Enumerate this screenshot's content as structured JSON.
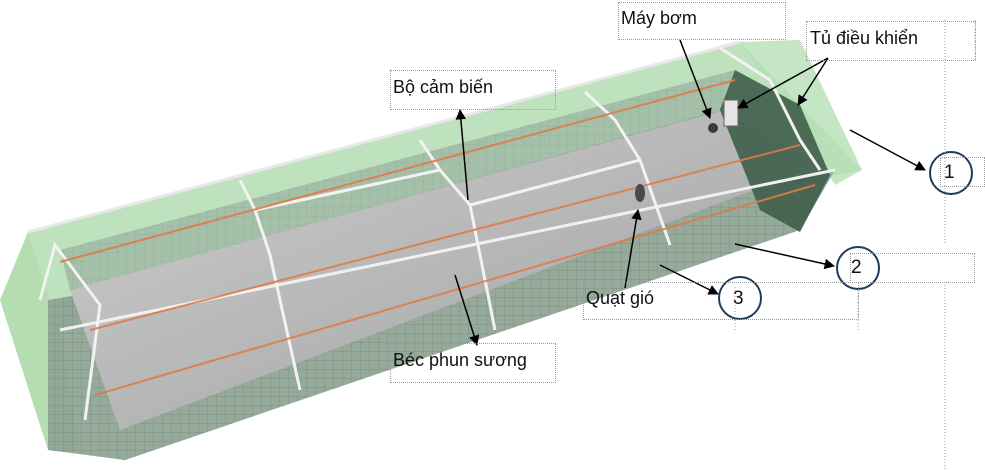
{
  "labels": {
    "may_bom": "Máy bơm",
    "tu_dieu_khien": "Tủ điều khiển",
    "bo_cam_bien": "Bộ cảm biến",
    "quat_gio": "Quạt gió",
    "bec_phun_suong": "Béc phun sương"
  },
  "markers": {
    "m1": "1",
    "m2": "2",
    "m3": "3"
  },
  "colors": {
    "roof_glass": "#9fd6a0",
    "floor": "#bdbdbd",
    "frame": "#f2f2f2",
    "pipe": "#e07a4a",
    "marker_ring": "#1f3b5c"
  }
}
